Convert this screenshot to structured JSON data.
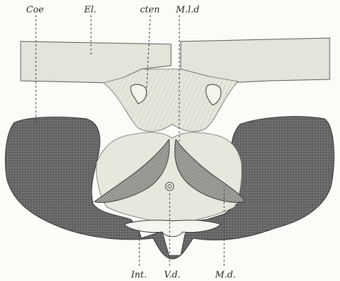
{
  "figure": {
    "labels": {
      "coe": "Coe",
      "el": "El.",
      "cten": "cten",
      "mld": "M.l.d",
      "int": "Int.",
      "vd": "V.d.",
      "md": "M.d."
    }
  },
  "colors": {
    "background": "#fbfbf8",
    "ink": "#222222",
    "dark_fill": "#6a6a6a",
    "light_fill": "#e4e4da",
    "hatch": "#555555"
  }
}
